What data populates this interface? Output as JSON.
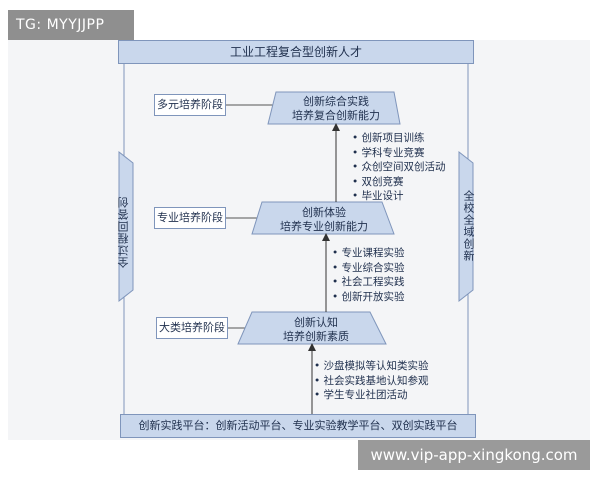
{
  "watermark": "TG: MYYJJPP",
  "site_banner": "www.vip-app-xingkong.com",
  "diagram": {
    "top_banner": "工业工程复合型创新人才",
    "bottom_banner": "创新实践平台：创新活动平台、专业实验教学平台、双创实践平台",
    "left_side_label": "全过程回答创",
    "right_side_label": "全校全域创新",
    "stages": [
      {
        "label": "多元培养阶段",
        "trap_lines": [
          "创新综合实践",
          "培养复合创新能力"
        ],
        "bullets": [
          "创新项目训练",
          "学科专业竞赛",
          "众创空间双创活动",
          "双创竞赛",
          "毕业设计"
        ]
      },
      {
        "label": "专业培养阶段",
        "trap_lines": [
          "创新体验",
          "培养专业创新能力"
        ],
        "bullets": [
          "专业课程实验",
          "专业综合实验",
          "社会工程实践",
          "创新开放实验"
        ]
      },
      {
        "label": "大类培养阶段",
        "trap_lines": [
          "创新认知",
          "培养创新素质"
        ],
        "bullets": [
          "沙盘模拟等认知类实验",
          "社会实践基地认知参观",
          "学生专业社团活动"
        ]
      }
    ],
    "colors": {
      "fill": "#c9d7ec",
      "stroke": "#7f95bb",
      "text": "#1f2f4d",
      "background": "#f4f5f7"
    }
  }
}
